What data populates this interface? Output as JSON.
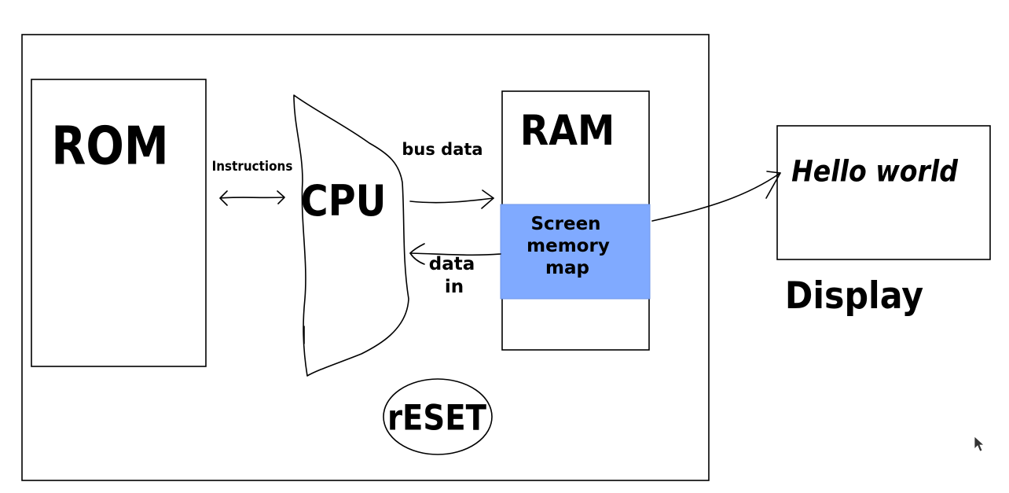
{
  "diagram": {
    "nodes": {
      "rom": {
        "label": "ROM"
      },
      "cpu": {
        "label": "CPU"
      },
      "ram": {
        "label": "RAM"
      },
      "screen_memory_map": {
        "lines": [
          "Screen",
          "memory",
          "map"
        ],
        "fill_color": "#80aaff"
      },
      "display": {
        "label": "Display",
        "screen_text": "Hello world"
      },
      "reset": {
        "label": "rESET"
      }
    },
    "edges": {
      "instructions": {
        "label": "Instructions"
      },
      "bus_data": {
        "label": "bus data"
      },
      "data_in": {
        "lines": [
          "data",
          "in"
        ]
      }
    }
  },
  "colors": {
    "stroke": "#000000",
    "background": "#ffffff",
    "accent": "#80aaff"
  },
  "icons": {
    "cursor": "mouse-pointer-icon"
  }
}
